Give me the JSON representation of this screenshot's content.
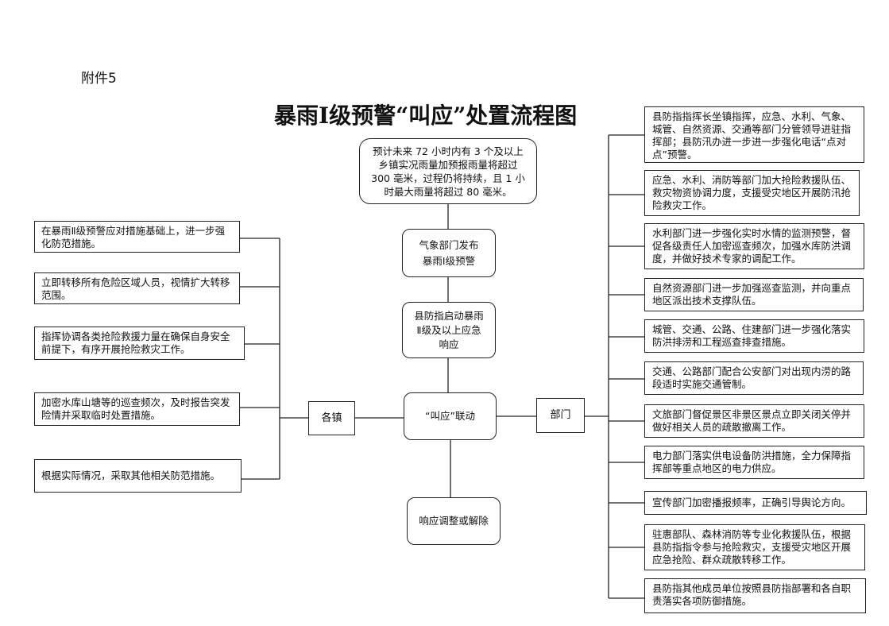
{
  "header": {
    "attachment": "附件5",
    "title": "暴雨I级预警“叫应”处置流程图"
  },
  "center": {
    "trigger": "预计未来 72 小时内有 3 个及以上乡镇实况雨量加预报雨量将超过 300 毫米，过程仍将持续，且 1 小时最大雨量将超过 80 毫米。",
    "meteorology": "气象部门发布暴雨I级预警",
    "county_response": "县防指启动暴雨Ⅱ级及以上应急响应",
    "linkage": "“叫应”联动",
    "adjust": "响应调整或解除"
  },
  "left": {
    "hub": "各镇",
    "items": [
      "在暴雨Ⅱ级预警应对措施基础上，进一步强化防范措施。",
      "立即转移所有危险区域人员，视情扩大转移范围。",
      "指挥协调各类抢险救援力量在确保自身安全前提下，有序开展抢险救灾工作。",
      "加密水库山塘等的巡查频次，及时报告突发险情并采取临时处置措施。",
      "根据实际情况，采取其他相关防范措施。"
    ]
  },
  "right": {
    "hub": "部门",
    "items": [
      "县防指指挥长坐镇指挥，应急、水利、气象、城管、自然资源、交通等部门分管领导进驻指挥部；县防汛办进一步进一步强化电话“点对点”预警。",
      "应急、水利、消防等部门加大抢险救援队伍、救灾物资协调力度，支援受灾地区开展防汛抢险救灾工作。",
      "水利部门进一步强化实时水情的监测预警，督促各级责任人加密巡查频次，加强水库防洪调度，并做好技术专家的调配工作。",
      "自然资源部门进一步加强巡查监测，并向重点地区派出技术支撑队伍。",
      "城管、交通、公路、住建部门进一步强化落实防洪排涝和工程巡查排查措施。",
      "交通、公路部门配合公安部门对出现内涝的路段适时实施交通管制。",
      "文旅部门督促景区非景区景点立即关闭关停并做好相关人员的疏散撤离工作。",
      "电力部门落实供电设备防洪措施，全力保障指挥部等重点地区的电力供应。",
      "宣传部门加密播报频率，正确引导舆论方向。",
      "驻惠部队、森林消防等专业化救援队伍，根据县防指指令参与抢险救灾，支援受灾地区开展应急抢险、群众疏散转移工作。",
      "县防指其他成员单位按照县防指部署和各自职责落实各项防御措施。"
    ]
  }
}
